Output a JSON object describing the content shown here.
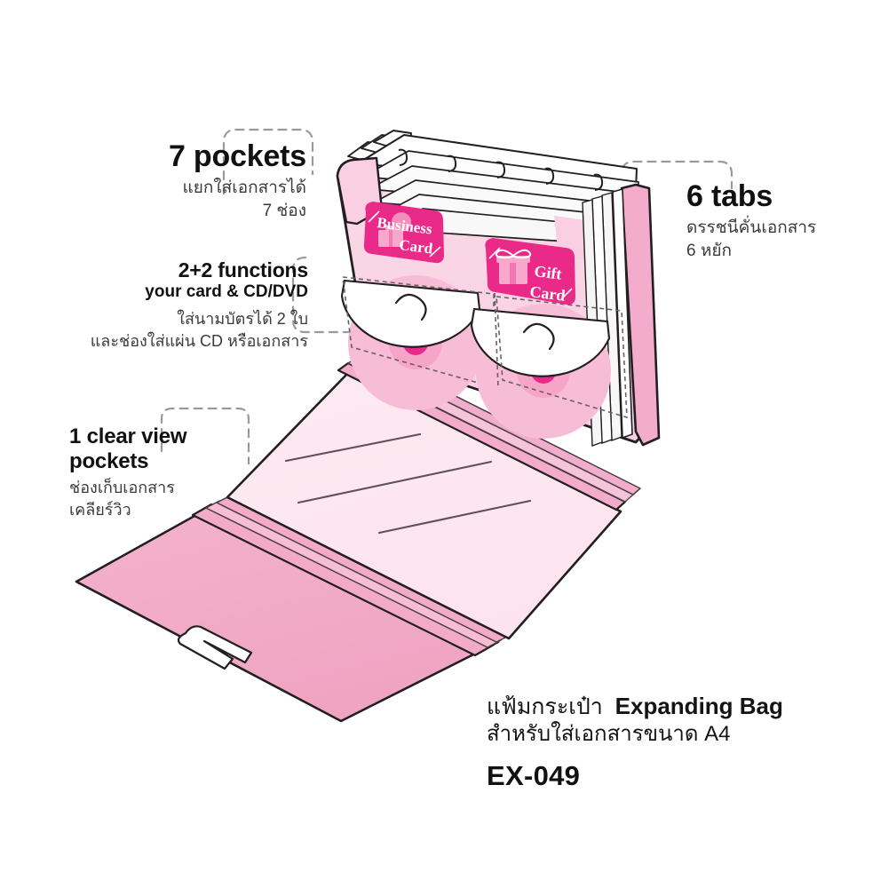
{
  "page": {
    "background": "#ffffff",
    "type": "product-feature-illustration"
  },
  "palette": {
    "magenta": "#ea2a89",
    "magenta_dark": "#d81b7a",
    "pink_mid": "#f0a6c2",
    "pink_body": "#f8c6da",
    "pink_light": "#fbdde9",
    "pink_pale": "#fdeef4",
    "pink_panel": "#fcdce9",
    "disc_pink": "#f6b9d4",
    "outline": "#231f20",
    "dash_gray": "#9a9a9a",
    "text_dark": "#111111",
    "text_thai": "#3b3b3b",
    "white": "#ffffff"
  },
  "callouts": [
    {
      "id": "pockets",
      "heading": "7 pockets",
      "thai_lines": [
        "แยกใส่เอกสารได้",
        "7 ช่อง"
      ]
    },
    {
      "id": "functions",
      "heading": "2+2 functions",
      "subheading": "your card & CD/DVD",
      "thai_lines": [
        "ใส่นามบัตรได้ 2 ใบ",
        "และช่องใส่แผ่น CD หรือเอกสาร"
      ]
    },
    {
      "id": "clearview",
      "heading_lines": [
        "1 clear view",
        "pockets"
      ],
      "thai_lines": [
        "ช่องเก็บเอกสาร",
        "เคลียร์วิว"
      ]
    },
    {
      "id": "tabs",
      "heading": "6 tabs",
      "thai_lines": [
        "ดรรชนีคั่นเอกสาร",
        "6 หยัก"
      ]
    }
  ],
  "product": {
    "name_thai": "แฟ้มกระเป๋า",
    "name_en": "Expanding Bag",
    "description_thai": "สำหรับใส่เอกสารขนาด A4",
    "model_code": "EX-049"
  },
  "labels": {
    "business_card": {
      "line1": "Business",
      "line2": "Card",
      "icon": "briefcase-icon"
    },
    "gift_card": {
      "line1": "Gift",
      "line2": "Card",
      "icon": "gift-box-icon"
    }
  },
  "illustration": {
    "tab_count": 6,
    "pocket_count": 7,
    "card_slot_count": 2,
    "cd_slot_count": 2,
    "clear_view_pocket_count": 1,
    "clear_view_line_count": 3,
    "handle_cutout": "arrow-handle-cutout"
  }
}
